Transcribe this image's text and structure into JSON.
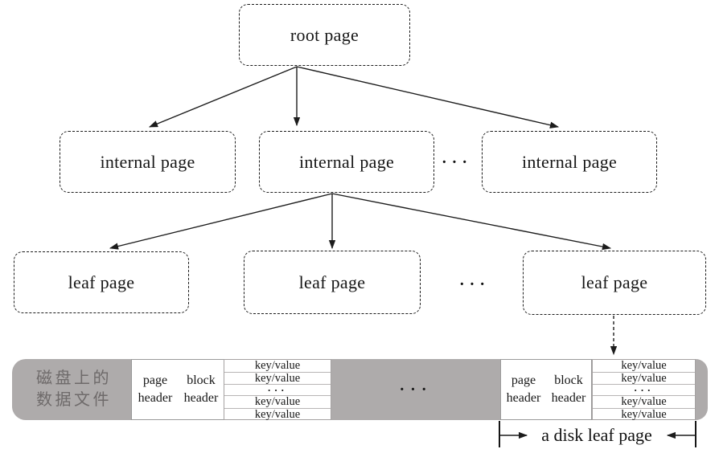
{
  "tree": {
    "root": {
      "label": "root page"
    },
    "internal": [
      {
        "label": "internal page"
      },
      {
        "label": "internal page"
      },
      {
        "label": "internal page"
      }
    ],
    "internal_ellipsis": "···",
    "leaf": [
      {
        "label": "leaf page"
      },
      {
        "label": "leaf page"
      },
      {
        "label": "leaf page"
      }
    ],
    "leaf_ellipsis": "···"
  },
  "disk_strip": {
    "disk_label_line1": "磁盘上的",
    "disk_label_line2": "数据文件",
    "segments": [
      {
        "page_header": "page header",
        "block_header": "block header",
        "kv_rows": [
          "key/value",
          "key/value",
          "···",
          "key/value",
          "key/value"
        ]
      },
      {
        "page_header": "page header",
        "block_header": "block header",
        "kv_rows": [
          "key/value",
          "key/value",
          "···",
          "key/value",
          "key/value"
        ]
      }
    ],
    "middle_ellipsis": "···",
    "caption": "a disk leaf page"
  },
  "colors": {
    "gray_fill": "#aeabab",
    "disk_label_text": "#6e6a6a",
    "line_color": "#1c1c1c",
    "cell_border": "#9a9a9a"
  }
}
